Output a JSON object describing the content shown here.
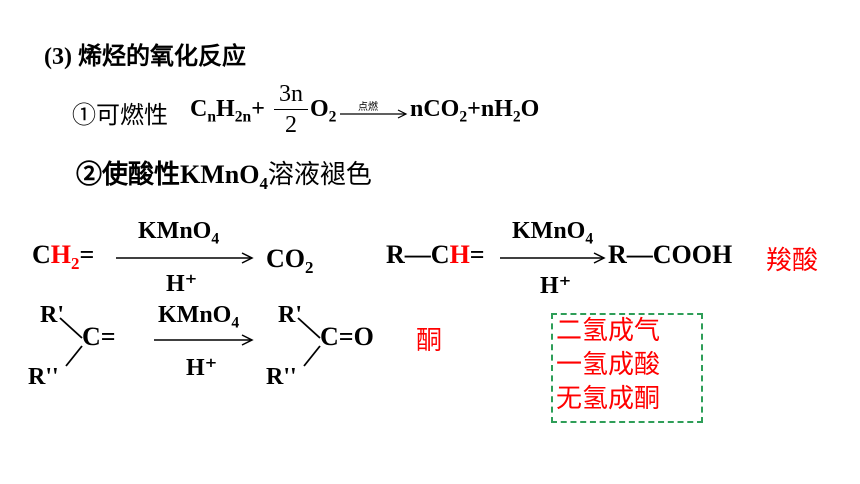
{
  "heading": "(3) 烯烃的氧化反应",
  "line1": {
    "label": "①可燃性",
    "formula_c": "C",
    "formula_sub_n": "n",
    "formula_h": "H",
    "formula_sub_2n": "2n",
    "plus": "+",
    "frac_num": "3n",
    "frac_den": "2",
    "o2": "O",
    "o2_sub": "2",
    "arrow_label": "点燃",
    "product": "nCO",
    "product_sub": "2",
    "product_rest": "+nH",
    "product_sub2": "2",
    "product_end": "O"
  },
  "line2": {
    "prefix": "②使酸性KMnO",
    "sub": "4",
    "suffix": "溶液褪色"
  },
  "reaction1": {
    "reactant_c": "C",
    "reactant_h2": "H",
    "reactant_h2_sub": "2",
    "double_bond": "=",
    "reagent": "KMnO",
    "reagent_sub": "4",
    "condition": "H⁺",
    "product": "CO",
    "product_sub": "2"
  },
  "reaction2": {
    "reactant_r": "R—C",
    "reactant_h": "H",
    "double_bond": "=",
    "reagent": "KMnO",
    "reagent_sub": "4",
    "condition": "H⁺",
    "product": "R—COOH",
    "product_name": "羧酸"
  },
  "reaction3": {
    "r1": "R'",
    "r2": "R''",
    "c_eq": "C=",
    "reagent": "KMnO",
    "reagent_sub": "4",
    "condition": "H⁺",
    "p_r1": "R'",
    "p_r2": "R''",
    "p_co": "C=O",
    "product_name": "酮"
  },
  "summary": [
    "二氢成气",
    "一氢成酸",
    "无氢成酮"
  ],
  "colors": {
    "accent_red": "#ff0000",
    "box_green": "#2e9e58"
  }
}
